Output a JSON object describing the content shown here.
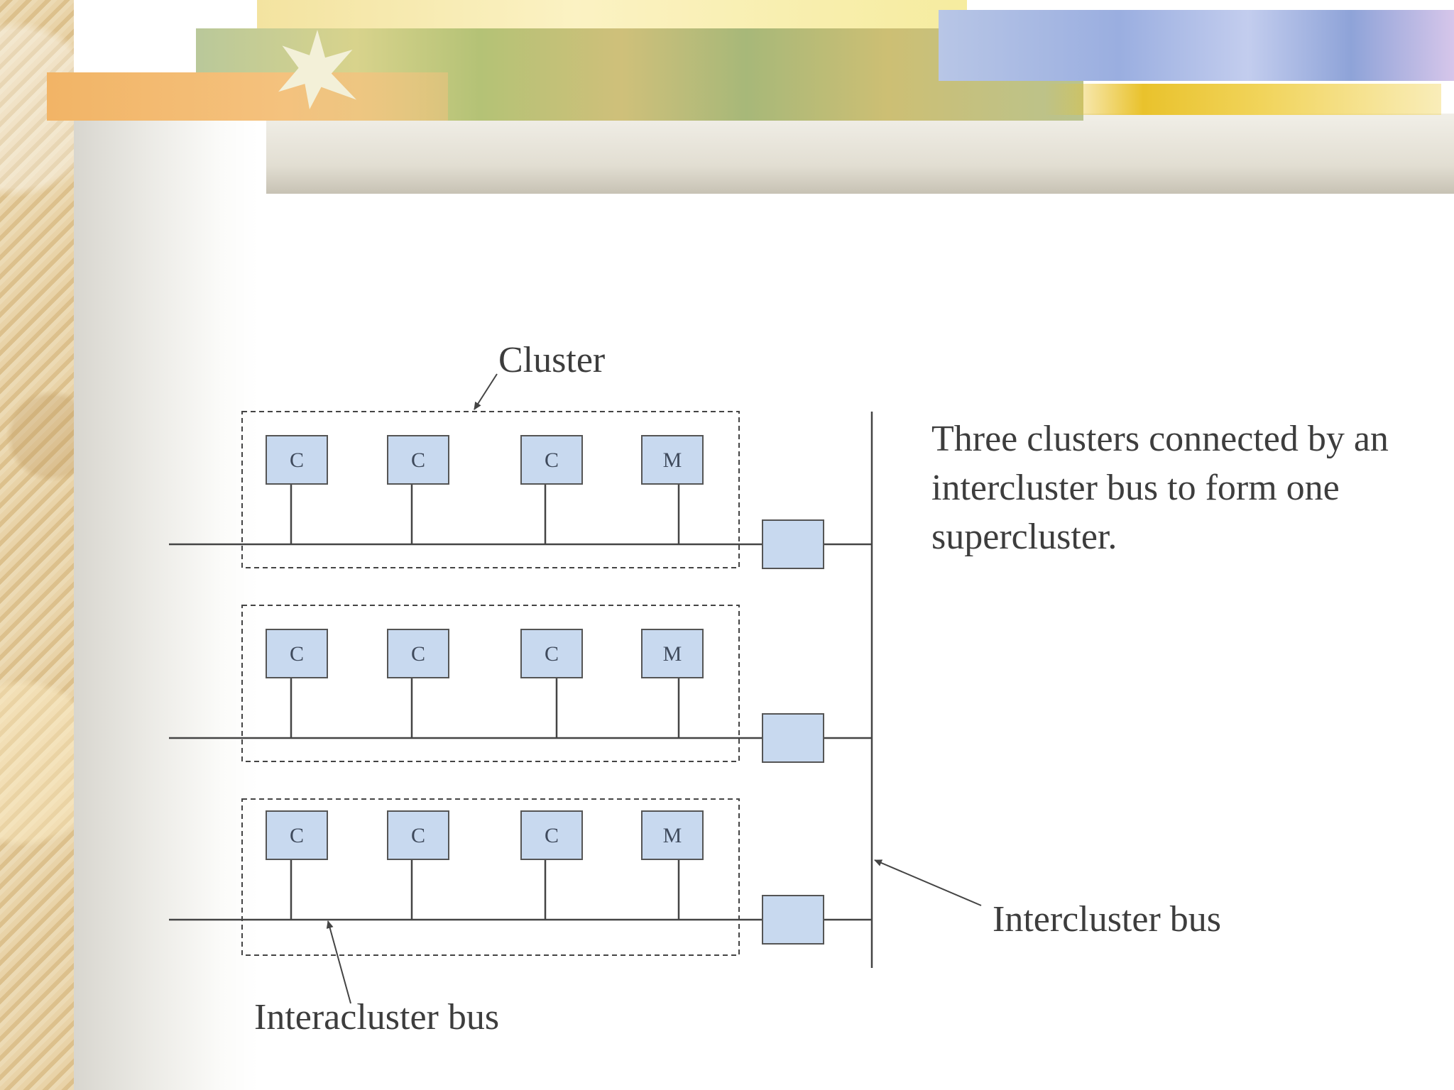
{
  "caption": "Three clusters connected by an intercluster bus to form one supercluster.",
  "labels": {
    "cluster": "Cluster",
    "intercluster_bus": "Intercluster bus",
    "intracluster_bus": "Interacluster bus"
  },
  "clusters": [
    {
      "nodes": [
        "C",
        "C",
        "C",
        "M"
      ]
    },
    {
      "nodes": [
        "C",
        "C",
        "C",
        "M"
      ]
    },
    {
      "nodes": [
        "C",
        "C",
        "C",
        "M"
      ]
    }
  ],
  "colors": {
    "node_fill": "#c8d9ef",
    "node_stroke": "#555555",
    "line": "#444444",
    "text": "#3d3d3d"
  }
}
